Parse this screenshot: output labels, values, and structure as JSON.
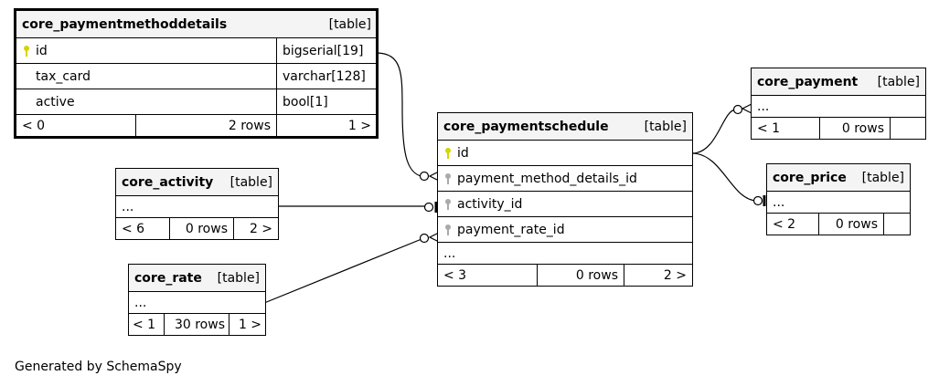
{
  "tables": {
    "paymentmethoddetails": {
      "name": "core_paymentmethoddetails",
      "type": "[table]",
      "columns": [
        {
          "name": "id",
          "type": "bigserial[19]"
        },
        {
          "name": "tax_card",
          "type": "varchar[128]"
        },
        {
          "name": "active",
          "type": "bool[1]"
        }
      ],
      "footer": {
        "left": "< 0",
        "mid": "2 rows",
        "right": "1 >"
      }
    },
    "activity": {
      "name": "core_activity",
      "type": "[table]",
      "columns": [],
      "ellipsis": "...",
      "footer": {
        "left": "< 6",
        "mid": "0 rows",
        "right": "2 >"
      }
    },
    "rate": {
      "name": "core_rate",
      "type": "[table]",
      "columns": [],
      "ellipsis": "...",
      "footer": {
        "left": "< 1",
        "mid": "30 rows",
        "right": "1 >"
      }
    },
    "paymentschedule": {
      "name": "core_paymentschedule",
      "type": "[table]",
      "columns": [
        {
          "name": "id"
        },
        {
          "name": "payment_method_details_id"
        },
        {
          "name": "activity_id"
        },
        {
          "name": "payment_rate_id"
        }
      ],
      "ellipsis": "...",
      "footer": {
        "left": "< 3",
        "mid": "0 rows",
        "right": "2 >"
      }
    },
    "payment": {
      "name": "core_payment",
      "type": "[table]",
      "columns": [],
      "ellipsis": "...",
      "footer": {
        "left": "< 1",
        "mid": "0 rows",
        "right": ""
      }
    },
    "price": {
      "name": "core_price",
      "type": "[table]",
      "columns": [],
      "ellipsis": "...",
      "footer": {
        "left": "< 2",
        "mid": "0 rows",
        "right": ""
      }
    }
  },
  "colors": {
    "primary_key": "#d4d400",
    "foreign_key": "#aaaaaa"
  },
  "footer_text": "Generated by SchemaSpy"
}
